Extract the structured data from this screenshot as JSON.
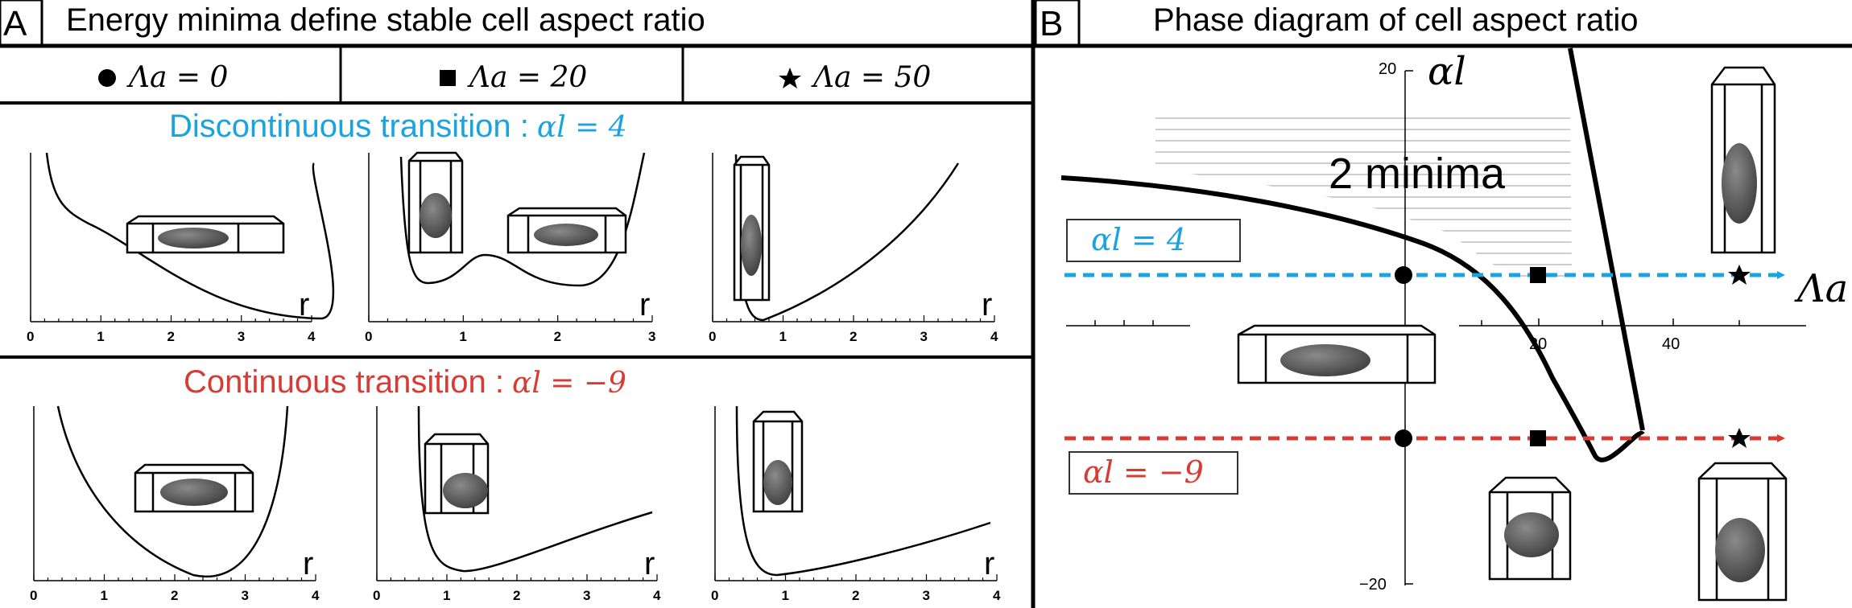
{
  "panelA": {
    "label": "A",
    "title": "Energy minima define stable cell aspect ratio",
    "columns": [
      {
        "marker": "circle",
        "text": "Λa = 0"
      },
      {
        "marker": "square",
        "text": "Λa = 20"
      },
      {
        "marker": "star",
        "text": "Λa = 50"
      }
    ],
    "rows": [
      {
        "title": "Discontinuous transition :",
        "param": "αl = 4",
        "color": "#1ba3e0",
        "plots": [
          {
            "xmax": 4,
            "ticks": [
              "0",
              "1",
              "2",
              "3",
              "4"
            ],
            "xlabel": "r"
          },
          {
            "xmax": 3,
            "ticks": [
              "0",
              "1",
              "2",
              "3"
            ],
            "xlabel": "r"
          },
          {
            "xmax": 4,
            "ticks": [
              "0",
              "1",
              "2",
              "3",
              "4"
            ],
            "xlabel": "r"
          }
        ]
      },
      {
        "title": "Continuous transition :",
        "param": "αl = −9",
        "color": "#d73b34",
        "plots": [
          {
            "xmax": 4,
            "ticks": [
              "0",
              "1",
              "2",
              "3",
              "4"
            ],
            "xlabel": "r"
          },
          {
            "xmax": 4,
            "ticks": [
              "0",
              "1",
              "2",
              "3",
              "4"
            ],
            "xlabel": "r"
          },
          {
            "xmax": 4,
            "ticks": [
              "0",
              "1",
              "2",
              "3",
              "4"
            ],
            "xlabel": "r"
          }
        ]
      }
    ]
  },
  "panelB": {
    "label": "B",
    "title": "Phase diagram of cell aspect ratio",
    "y_axis_label": "αl",
    "x_axis_label": "Λa",
    "y_ticks": [
      "20",
      "−20"
    ],
    "x_ticks": [
      "20",
      "40"
    ],
    "region_label": "2 minima",
    "line_labels": [
      {
        "text": "αl = 4",
        "color": "#1ba3e0"
      },
      {
        "text": "αl = −9",
        "color": "#d73b34"
      }
    ]
  },
  "colors": {
    "blue": "#1ba3e0",
    "red": "#d73b34",
    "frame": "#000000"
  }
}
